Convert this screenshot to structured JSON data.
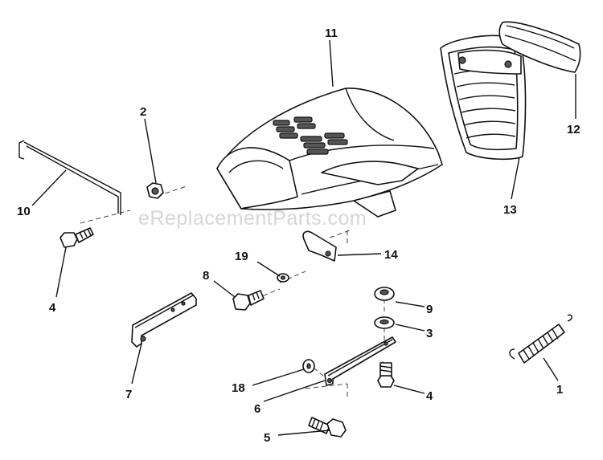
{
  "watermark": "eReplacementParts.com",
  "parts": [
    {
      "number": "1",
      "name": "spring"
    },
    {
      "number": "2",
      "name": "nut"
    },
    {
      "number": "3",
      "name": "washer"
    },
    {
      "number": "4",
      "name": "bolt"
    },
    {
      "number": "5",
      "name": "bolt"
    },
    {
      "number": "6",
      "name": "bracket"
    },
    {
      "number": "7",
      "name": "bracket"
    },
    {
      "number": "8",
      "name": "bolt"
    },
    {
      "number": "9",
      "name": "nut"
    },
    {
      "number": "10",
      "name": "rod"
    },
    {
      "number": "11",
      "name": "hood"
    },
    {
      "number": "12",
      "name": "lens"
    },
    {
      "number": "13",
      "name": "grille"
    },
    {
      "number": "14",
      "name": "clip"
    },
    {
      "number": "18",
      "name": "washer"
    },
    {
      "number": "19",
      "name": "lock washer"
    }
  ],
  "labels": {
    "l1": "1",
    "l2": "2",
    "l3": "3",
    "l4a": "4",
    "l4b": "4",
    "l5": "5",
    "l6": "6",
    "l7": "7",
    "l8": "8",
    "l9": "9",
    "l10": "10",
    "l11": "11",
    "l12": "12",
    "l13": "13",
    "l14": "14",
    "l18": "18",
    "l19": "19"
  }
}
